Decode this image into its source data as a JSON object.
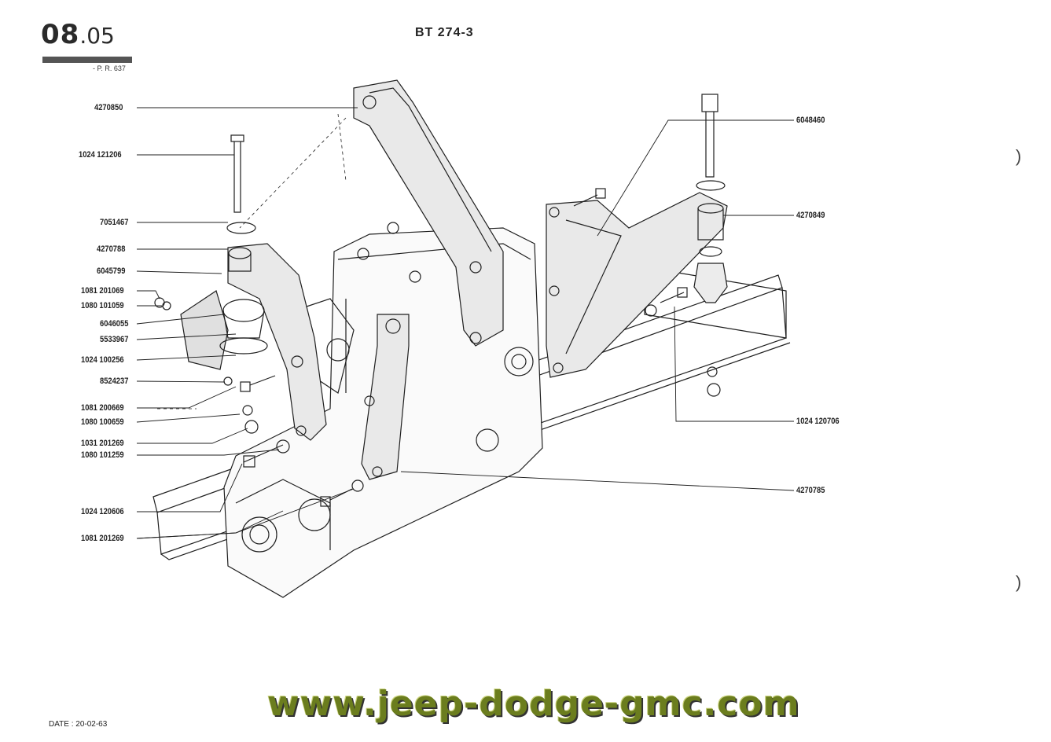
{
  "header": {
    "section_major": "08",
    "section_minor": ".05",
    "ref": "- P. R. 637",
    "code": "BT 274-3"
  },
  "labels": {
    "l1": "4270850",
    "l2": "1024 121206",
    "l3": "7051467",
    "l4": "4270788",
    "l5": "6045799",
    "l6": "1081 201069",
    "l7": "1080 101059",
    "l8": "6046055",
    "l9": "5533967",
    "l10": "1024 100256",
    "l11": "8524237",
    "l12": "1081 200669",
    "l13": "1080 100659",
    "l14": "1031 201269",
    "l15": "1080 101259",
    "l16": "1024 120606",
    "l17": "1081 201269",
    "r1": "6048460",
    "r2": "4270849",
    "r3": "1024 120706",
    "r4": "4270785"
  },
  "footer": {
    "date": "DATE : 20-02-63",
    "watermark": "www.jeep-dodge-gmc.com"
  },
  "colors": {
    "ink": "#1f1f1f",
    "watermark": "#6b7d1e"
  }
}
